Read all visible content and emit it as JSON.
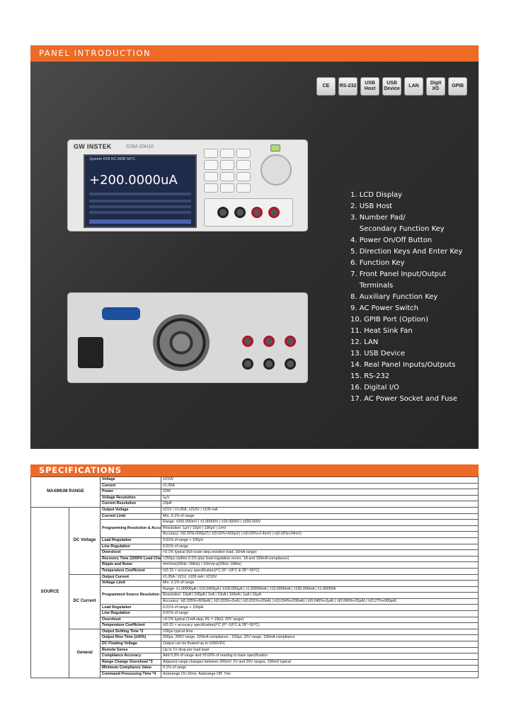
{
  "panel_header": "PANEL INTRODUCTION",
  "specs_header": "SPECIFICATIONS",
  "badges": [
    "CE",
    "RS-232",
    "USB\nHost",
    "USB\nDevice",
    "LAN",
    "Digit\nI/O",
    "GPIB"
  ],
  "front": {
    "logo": "GW INSTEK",
    "model": "GSM-20H10",
    "screen_title": "System   R!R   RC  ARB       56°C",
    "reading": "+200.0000uA"
  },
  "panel_labels": [
    "1. LCD Display",
    "2. USB Host",
    "3. Number Pad/",
    "    Secondary Function Key",
    "4. Power On/Off Button",
    "5. Direction Keys And Enter Key",
    "6. Function Key",
    "7. Front Panel Input/Output",
    "    Terminals",
    "8. Auxiliary Function Key",
    "9. AC Power Switch",
    "10. GPIB Port (Option)",
    "11. Heat Sink Fan",
    "12. LAN",
    "13. USB Device",
    "14. Real Panel Inputs/Outputs",
    "15. RS-232",
    "16. Digital I/O",
    "17. AC Power Socket and Fuse"
  ],
  "spec_rows": [
    [
      "MAXIMUM RANGE",
      "",
      "Voltage",
      "±210V"
    ],
    [
      "",
      "",
      "Current",
      "±1.05A"
    ],
    [
      "",
      "",
      "Power",
      "22W"
    ],
    [
      "",
      "",
      "Voltage Resolution",
      "1μV"
    ],
    [
      "",
      "",
      "Current Resolution",
      "10pA"
    ],
    [
      "SOURCE",
      "DC Voltage",
      "Output Voltage",
      "±21V / ±1.05A, ±210V / ±105 mA"
    ],
    [
      "",
      "",
      "Current Limit",
      "Min. 0.1% of range"
    ],
    [
      "",
      "",
      "Programming Resolution & Accuracy *1",
      "Range: ±200.000mV | ±2.00000V | ±20.0000V | ±200.000V"
    ],
    [
      "",
      "",
      "",
      "Resolution: 1μV | 10μV | 100μV | 1mV"
    ],
    [
      "",
      "",
      "",
      "Accuracy: ±(0.02%+600μV) | ±(0.02%+600μV) | ±(0.02%+2.4mV) | ±(0.02%+24mV)"
    ],
    [
      "",
      "",
      "Load Regulation",
      "0.01% of range + 100μV"
    ],
    [
      "",
      "",
      "Line Regulation",
      "0.01% of range"
    ],
    [
      "",
      "",
      "Overshoot",
      "<0.1% typical (full scale step,resistive load, 10mA range)"
    ],
    [
      "",
      "",
      "Recovery Time (1000% Load Change)",
      "<250μs (within 0.1% plus load regulation errors. 1A and 100mA compliance)"
    ],
    [
      "",
      "",
      "Ripple and Noise",
      "4mVrms(20Hz~1MHz) / 10mVp-p(20Hz~1MHz)"
    ],
    [
      "",
      "",
      "Temperature Coefficient",
      "±(0.15 × accuracy specification)/°C  (0°~18°C & 28°~50°C)"
    ],
    [
      "",
      "DC Current",
      "Output Current",
      "±1.05A / ±21V, ±105 mA / ±210V"
    ],
    [
      "",
      "",
      "Voltage Limit",
      "Min. 0.1% of range"
    ],
    [
      "",
      "",
      "Programmed Source Resolution & Accuracy *1",
      "Range: ±1.00000μA | ±10.0000μA | ±100.000μA | ±1.00000mA | ±10.0000mA | ±100.000mA | ±1.00000A"
    ],
    [
      "",
      "",
      "",
      "Resolution: 10pA | 100pA | 1nA | 10nA | 100nA | 1μA | 10μA"
    ],
    [
      "",
      "",
      "",
      "Accuracy: ±(0.035%+600pA) | ±(0.033%+2nA) | ±(0.031%+20nA) | ±(0.034%+200nA) | ±(0.045%+2μA) | ±(0.066%+20μA) | ±(0.27%+900μA)"
    ],
    [
      "",
      "",
      "Load Regulation",
      "0.01% of range + 100pA"
    ],
    [
      "",
      "",
      "Line Regulation",
      "0.01% of range"
    ],
    [
      "",
      "",
      "Overshoot",
      "<0.1% typical (1mA step, RL = 10kΩ, 20V range)"
    ],
    [
      "",
      "",
      "Temperature Coefficient",
      "±(0.15 × accuracy specification)/°C  (0°~18°C & 28°~50°C)"
    ],
    [
      "",
      "General",
      "Output Settling Time *2",
      "100μs typical time"
    ],
    [
      "",
      "",
      "Output Rise Time (±30%)",
      "300μs, 200V range, 100mA compliance ; 150μs, 20V range, 100mA compliance"
    ],
    [
      "",
      "",
      "DC Floating Voltage",
      "Output can be floated up to ±250VDC"
    ],
    [
      "",
      "",
      "Remote Sense",
      "Up to 1V drop per load lead"
    ],
    [
      "",
      "",
      "Compliance Accuracy",
      "Add 0.3% of range and ±0.02% of reading to base specification"
    ],
    [
      "",
      "",
      "Range Change Overshoot *3",
      "Adjacent range changes between 200mV, 2V and 20V ranges, 100mV typical"
    ],
    [
      "",
      "",
      "Minimum Compliance Value",
      "0.1% of range"
    ],
    [
      "",
      "",
      "Command Processing Time *4",
      "Autorange On:10ms. Autorange Off: 7ms"
    ]
  ]
}
